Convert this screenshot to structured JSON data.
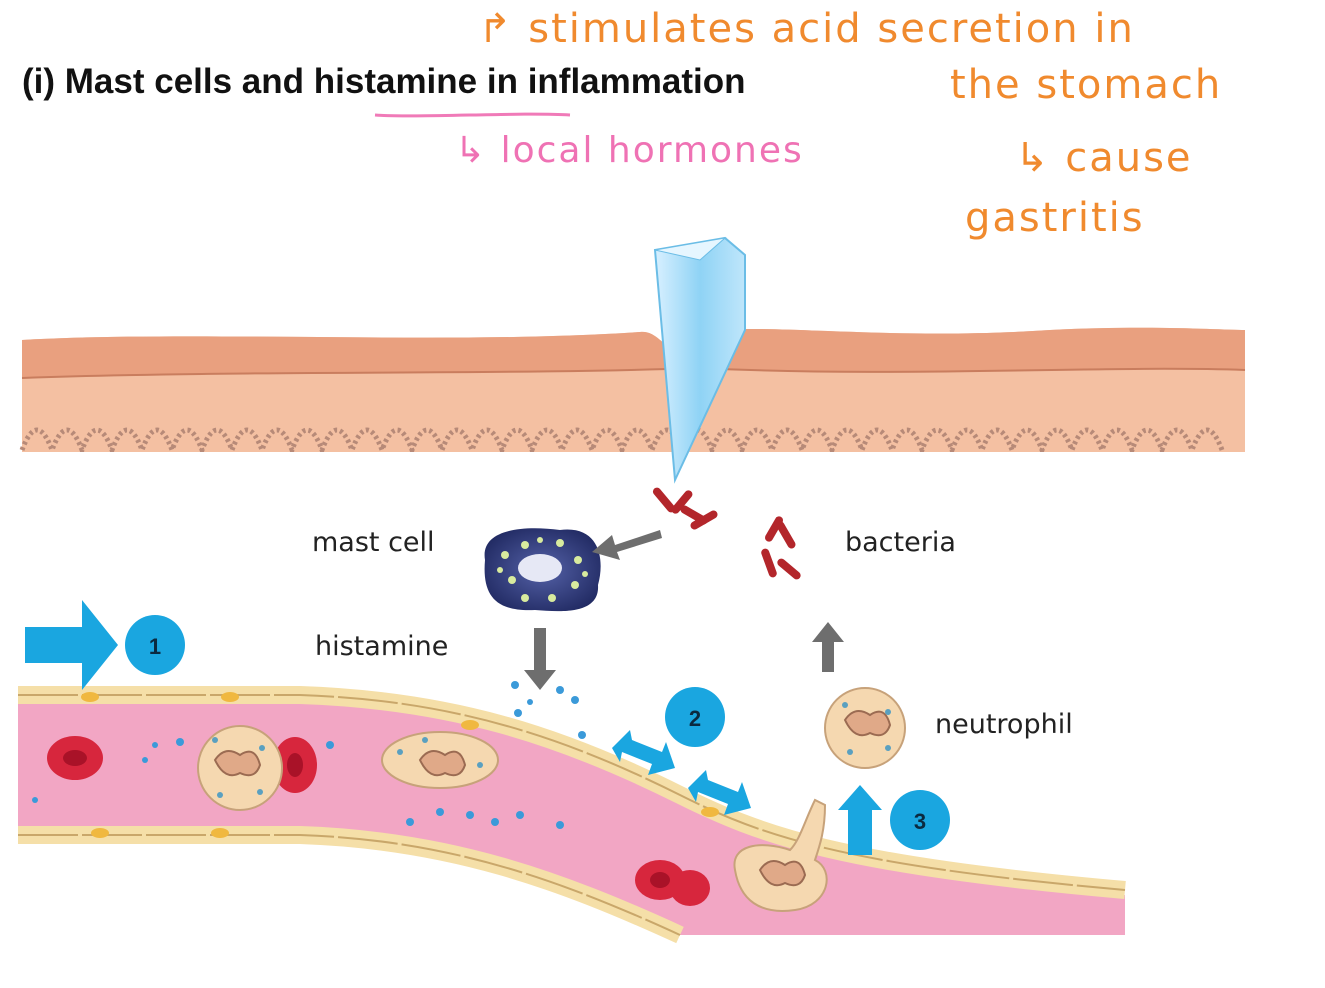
{
  "title": {
    "prefix": "(i) Mast cells and ",
    "underlined": "histamine",
    "suffix": " in inflammation"
  },
  "annotations": {
    "line1": "↱ stimulates acid secretion in",
    "line2": "the stomach",
    "line3": "↳ cause",
    "line4": "gastritis",
    "local_hormones": "↳ local hormones"
  },
  "labels": {
    "mast_cell": "mast cell",
    "histamine": "histamine",
    "bacteria": "bacteria",
    "neutrophil": "neutrophil"
  },
  "steps": [
    "1",
    "2",
    "3"
  ],
  "colors": {
    "annotation_orange": "#f08a2e",
    "annotation_pink": "#ef72b4",
    "step_blue": "#1aa6e0",
    "skin": "#f4c0a2",
    "epidermis": "#e9a07f",
    "vessel": "#f2a6c4",
    "bacteria": "#b3262b",
    "mast_cell": "#2e3a7a"
  }
}
